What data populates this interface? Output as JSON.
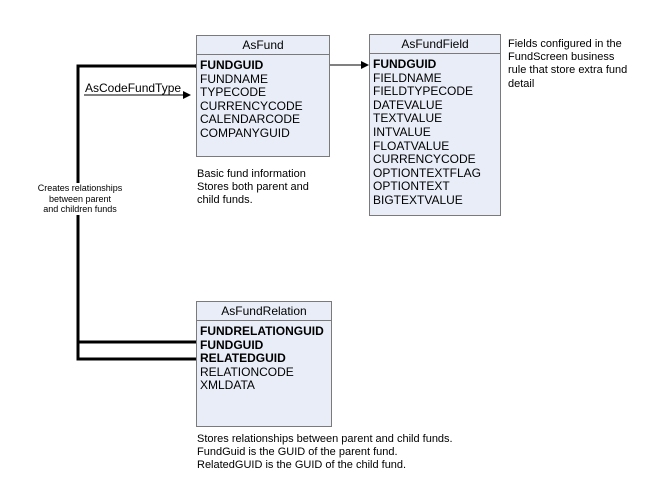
{
  "entities": {
    "asfund": {
      "title": "AsFund",
      "fields": [
        {
          "name": "FUNDGUID",
          "key": true
        },
        {
          "name": "FUNDNAME",
          "key": false
        },
        {
          "name": "TYPECODE",
          "key": false
        },
        {
          "name": "CURRENCYCODE",
          "key": false
        },
        {
          "name": "CALENDARCODE",
          "key": false
        },
        {
          "name": "COMPANYGUID",
          "key": false
        }
      ]
    },
    "asfundfield": {
      "title": "AsFundField",
      "fields": [
        {
          "name": "FUNDGUID",
          "key": true
        },
        {
          "name": "FIELDNAME",
          "key": false
        },
        {
          "name": "FIELDTYPECODE",
          "key": false
        },
        {
          "name": "DATEVALUE",
          "key": false
        },
        {
          "name": "TEXTVALUE",
          "key": false
        },
        {
          "name": "INTVALUE",
          "key": false
        },
        {
          "name": "FLOATVALUE",
          "key": false
        },
        {
          "name": "CURRENCYCODE",
          "key": false
        },
        {
          "name": "OPTIONTEXTFLAG",
          "key": false
        },
        {
          "name": "OPTIONTEXT",
          "key": false
        },
        {
          "name": "BIGTEXTVALUE",
          "key": false
        }
      ]
    },
    "asfundrelation": {
      "title": "AsFundRelation",
      "fields": [
        {
          "name": "FUNDRELATIONGUID",
          "key": true
        },
        {
          "name": "FUNDGUID",
          "key": true
        },
        {
          "name": "RELATEDGUID",
          "key": true
        },
        {
          "name": "RELATIONCODE",
          "key": false
        },
        {
          "name": "XMLDATA",
          "key": false
        }
      ]
    }
  },
  "notes": {
    "asfund": [
      "Basic fund information",
      "Stores both parent and",
      "child funds."
    ],
    "asfundfield": [
      "Fields configured in the",
      "FundScreen business",
      "rule that store extra fund",
      "detail"
    ],
    "asfundrelation": [
      "Stores relationships between parent and child funds.",
      "FundGuid is the GUID of the parent fund.",
      "RelatedGUID is the GUID of the child fund."
    ]
  },
  "labels": {
    "codetype": "AsCodeFundType",
    "relationship": [
      "Creates relationships",
      "between parent",
      "and children funds"
    ]
  }
}
